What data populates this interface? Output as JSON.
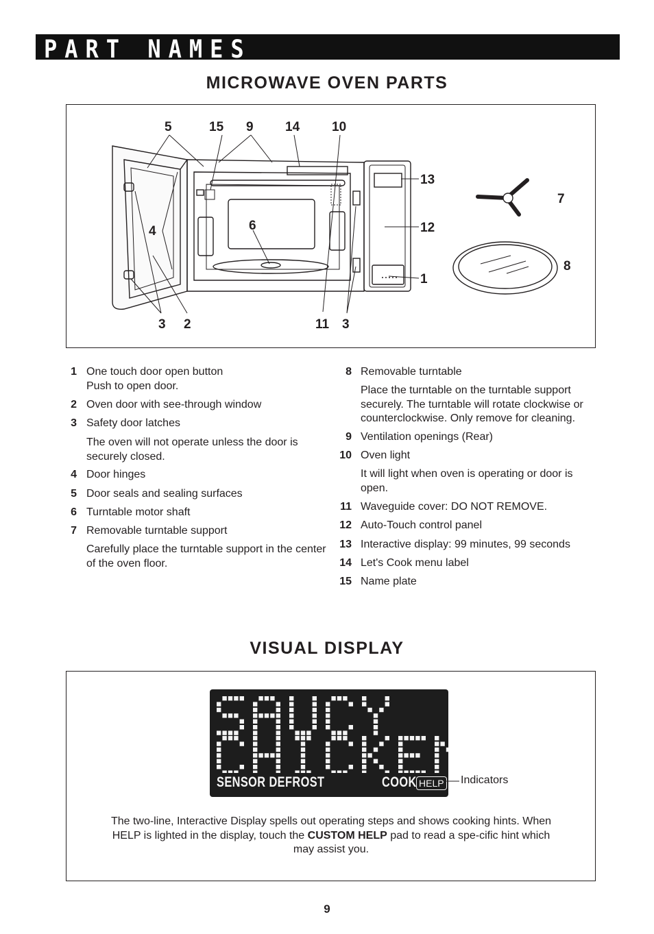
{
  "banner": {
    "title": "PART NAMES"
  },
  "parts_section": {
    "heading": "MICROWAVE OVEN PARTS"
  },
  "diagram": {
    "callouts": [
      "5",
      "15",
      "9",
      "14",
      "10",
      "13",
      "7",
      "4",
      "6",
      "12",
      "8",
      "1",
      "3",
      "2",
      "11",
      "3"
    ]
  },
  "parts_left": [
    {
      "num": "1",
      "text": "One touch door open button\nPush to open door."
    },
    {
      "num": "2",
      "text": "Oven door with see-through window"
    },
    {
      "num": "3",
      "text": "Safety door latches"
    },
    {
      "num": "",
      "text": "The oven will not operate unless the door is securely closed."
    },
    {
      "num": "4",
      "text": "Door hinges"
    },
    {
      "num": "5",
      "text": "Door seals and sealing surfaces"
    },
    {
      "num": "6",
      "text": "Turntable motor shaft"
    },
    {
      "num": "7",
      "text": "Removable turntable support"
    },
    {
      "num": "",
      "text": "Carefully place the turntable support in the center of the oven floor."
    }
  ],
  "parts_right": [
    {
      "num": "8",
      "text": "Removable turntable"
    },
    {
      "num": "",
      "text": "Place the turntable on the turntable support securely. The turntable will rotate clockwise or counterclockwise. Only remove for cleaning."
    },
    {
      "num": "9",
      "text": "Ventilation openings (Rear)"
    },
    {
      "num": "10",
      "text": "Oven light"
    },
    {
      "num": "",
      "text": "It will light when oven is operating or door is open."
    },
    {
      "num": "11",
      "text": "Waveguide cover: DO NOT REMOVE."
    },
    {
      "num": "12",
      "text": "Auto-Touch control panel"
    },
    {
      "num": "13",
      "text": "Interactive display: 99 minutes, 99 seconds"
    },
    {
      "num": "14",
      "text": "Let's Cook menu label"
    },
    {
      "num": "15",
      "text": "Name plate"
    }
  ],
  "display_section": {
    "heading": "VISUAL DISPLAY",
    "lcd_line1": "SAUCY",
    "lcd_line2": "CHICKEN",
    "indicator_sensor_defrost": "SENSOR DEFROST",
    "indicator_cook": "COOK",
    "indicator_help": "HELP",
    "indicators_label": "Indicators",
    "caption_part1": "The two-line, Interactive Display spells out operating steps and shows cooking hints. When HELP is lighted in the display, touch the ",
    "caption_bold": "CUSTOM HELP",
    "caption_part2": " pad to read a spe-cific hint which may assist you."
  },
  "page": {
    "number": "9"
  },
  "colors": {
    "ink": "#231f20",
    "banner_bg": "#111111",
    "lcd_bg": "#1d1d1d",
    "lcd_text": "#f4f4f4"
  }
}
